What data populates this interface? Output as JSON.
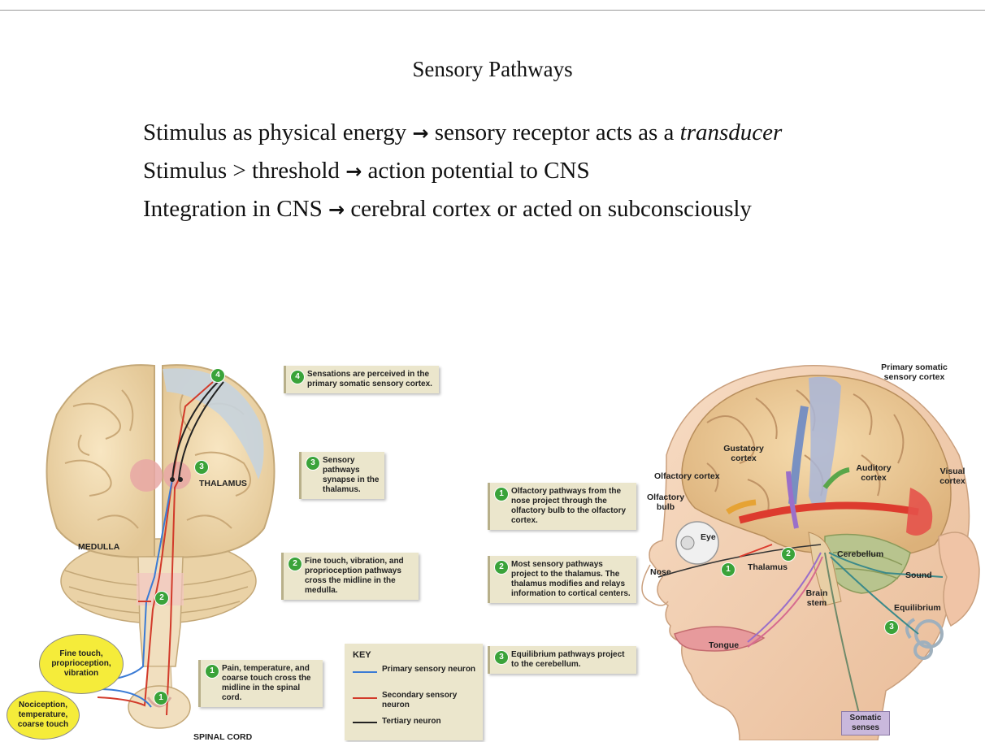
{
  "slide": {
    "title": "Sensory Pathways",
    "lines": [
      {
        "before": "Stimulus as physical energy",
        "arrow": "→",
        "after": "sensory receptor acts as a ",
        "emph": "transducer"
      },
      {
        "before": "Stimulus > threshold",
        "arrow": "→",
        "after": "action potential to CNS",
        "emph": ""
      },
      {
        "before": "Integration in CNS",
        "arrow": "→",
        "after": "cerebral cortex or acted on subconsciously",
        "emph": ""
      }
    ]
  },
  "left_figure": {
    "labels": {
      "thalamus": "THALAMUS",
      "medulla": "MEDULLA",
      "spinal_cord": "SPINAL CORD"
    },
    "yellow": [
      "Fine touch, proprioception, vibration",
      "Nociception, temperature, coarse touch"
    ],
    "steps": [
      {
        "num": "4",
        "text": "Sensations are perceived in the primary somatic sensory cortex."
      },
      {
        "num": "3",
        "text": "Sensory pathways synapse in the thalamus."
      },
      {
        "num": "2",
        "text": "Fine touch, vibration, and proprioception pathways cross the midline in the medulla."
      },
      {
        "num": "1",
        "text": "Pain, temperature, and coarse touch cross the midline in the spinal cord."
      }
    ],
    "key": {
      "title": "KEY",
      "items": [
        {
          "label": "Primary sensory neuron",
          "color": "#3a7bd5"
        },
        {
          "label": "Secondary sensory neuron",
          "color": "#d23a2a"
        },
        {
          "label": "Tertiary neuron",
          "color": "#222222"
        }
      ]
    }
  },
  "right_figure": {
    "steps": [
      {
        "num": "1",
        "text": "Olfactory pathways from the nose project through the olfactory bulb to the olfactory cortex."
      },
      {
        "num": "2",
        "text": "Most sensory pathways project to the thalamus. The thalamus modifies and relays information to cortical centers."
      },
      {
        "num": "3",
        "text": "Equilibrium pathways project to the cerebellum."
      }
    ],
    "labels": {
      "primary_somatic": "Primary somatic sensory cortex",
      "gustatory": "Gustatory cortex",
      "olfactory_cortex": "Olfactory cortex",
      "olfactory_bulb": "Olfactory bulb",
      "auditory": "Auditory cortex",
      "visual": "Visual cortex",
      "eye": "Eye",
      "nose": "Nose",
      "thalamus": "Thalamus",
      "cerebellum": "Cerebellum",
      "brain_stem": "Brain stem",
      "sound": "Sound",
      "equilibrium": "Equilibrium",
      "tongue": "Tongue",
      "somatic": "Somatic senses"
    },
    "badges": [
      "1",
      "2",
      "3"
    ]
  }
}
